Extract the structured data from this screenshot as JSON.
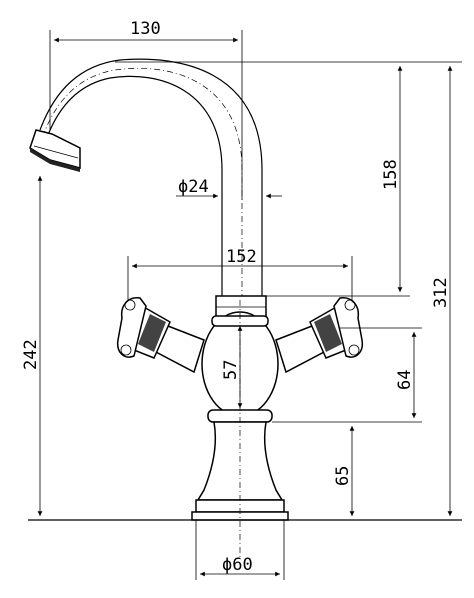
{
  "dimensions": {
    "spout_reach": "130",
    "spout_height": "158",
    "total_height": "312",
    "spout_diameter": "ϕ24",
    "handle_span": "152",
    "outlet_height": "242",
    "body_height": "57",
    "handle_height": "64",
    "base_height": "65",
    "base_diameter": "ϕ60"
  }
}
